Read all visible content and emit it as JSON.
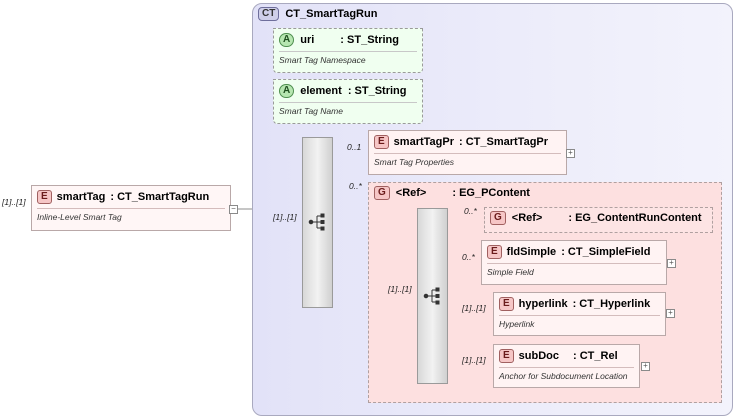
{
  "complex_type": {
    "badge": "CT",
    "name": "CT_SmartTagRun"
  },
  "root_element": {
    "badge": "E",
    "name": "smartTag",
    "type": ": CT_SmartTagRun",
    "doc": "Inline-Level Smart Tag",
    "cardinality": "[1]..[1]"
  },
  "attributes": [
    {
      "badge": "A",
      "name": "uri",
      "type": ": ST_String",
      "doc": "Smart Tag Namespace"
    },
    {
      "badge": "A",
      "name": "element",
      "type": ": ST_String",
      "doc": "Smart Tag Name"
    }
  ],
  "outer_sequence": {
    "cardinality": "[1]..[1]"
  },
  "smartTagPr": {
    "badge": "E",
    "name": "smartTagPr",
    "type": ": CT_SmartTagPr",
    "doc": "Smart Tag Properties",
    "cardinality": "0..1"
  },
  "group": {
    "badge": "G",
    "ref": "<Ref>",
    "name": ": EG_PContent",
    "cardinality": "0..*",
    "inner_sequence": {
      "cardinality": "[1]..[1]"
    },
    "items": [
      {
        "badge": "G",
        "name": "<Ref>",
        "type": ": EG_ContentRunContent",
        "doc": "",
        "cardinality": "0..*"
      },
      {
        "badge": "E",
        "name": "fldSimple",
        "type": ": CT_SimpleField",
        "doc": "Simple Field",
        "cardinality": "0..*"
      },
      {
        "badge": "E",
        "name": "hyperlink",
        "type": ": CT_Hyperlink",
        "doc": "Hyperlink",
        "cardinality": "[1]..[1]"
      },
      {
        "badge": "E",
        "name": "subDoc",
        "type": ": CT_Rel",
        "doc": "Anchor for Subdocument Location",
        "cardinality": "[1]..[1]"
      }
    ]
  },
  "colors": {
    "ct_bg": "#e6e6f8",
    "element_bg": "#fff3f3",
    "attribute_bg": "#f0fff0",
    "group_bg": "#fde0e0"
  }
}
